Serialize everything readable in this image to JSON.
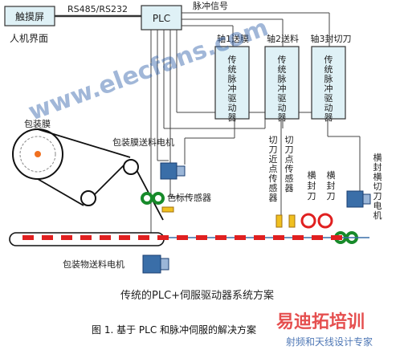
{
  "hmi": {
    "box_label": "触摸屏",
    "caption": "人机界面"
  },
  "link_label": "RS485/RS232",
  "plc_label": "PLC",
  "pulse_label": "脉冲信号",
  "axes": [
    {
      "title": "轴1送膜",
      "driver": "传统脉冲驱动器"
    },
    {
      "title": "轴2送料",
      "driver": "传统脉冲驱动器"
    },
    {
      "title": "轴3封切刀",
      "driver": "传统脉冲驱动器"
    }
  ],
  "labels": {
    "film": "包装膜",
    "film_motor": "包装膜送料电机",
    "color_sensor": "色标传感器",
    "cutter_near": "切刀近点传感器",
    "cutter_point": "切刀点传感器",
    "seal1": "横封刀",
    "seal2": "横封刀",
    "seal_motor": "横封横切刀电机",
    "conveyor_motor": "包装物送料电机"
  },
  "scheme_title": "传统的PLC+伺服驱动器系统方案",
  "figure_caption": "图 1. 基于 PLC 和脉冲伺服的解决方案",
  "watermark": {
    "site": "www.elecfans.com",
    "brand": "易迪拓培训",
    "sub": "射频和天线设计专家"
  },
  "colors": {
    "box_fill": "#dff1f6",
    "line": "#333333",
    "belt_red": "#e02020",
    "ring_red": "#e02020",
    "roller_green": "#178a2a",
    "dot_orange": "#f07020",
    "sensor_yellow": "#f0c020",
    "motor_blue": "#3a6ea8",
    "watermark_blue": "#2f5fa8",
    "brand_red": "#e03030"
  }
}
